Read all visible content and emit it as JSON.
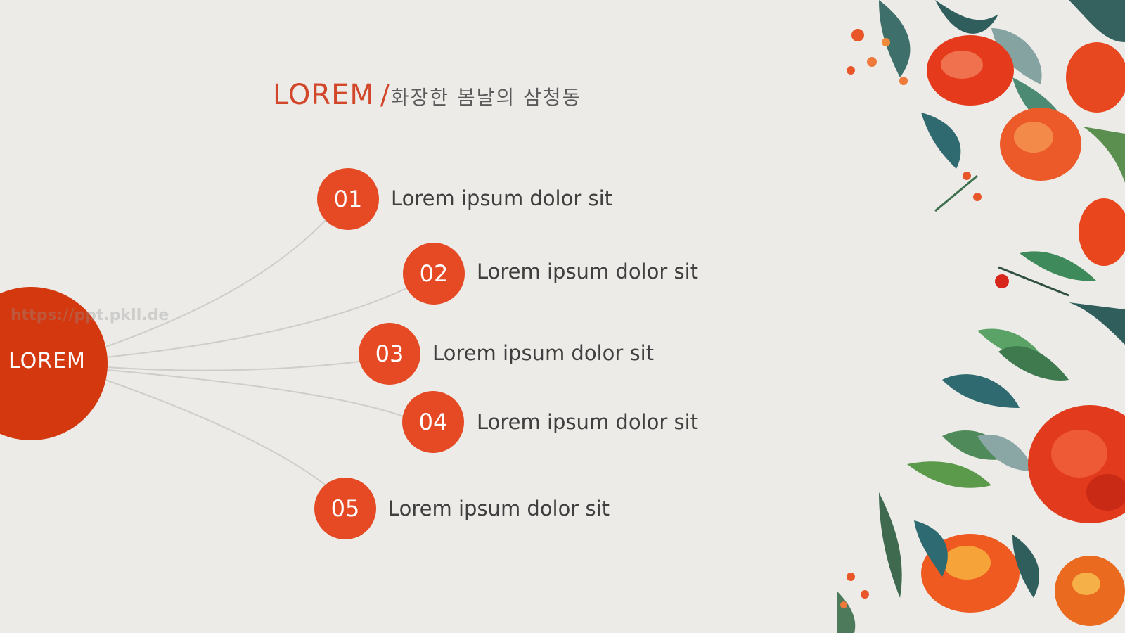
{
  "title": {
    "main": "LOREM",
    "slash": "/",
    "subtitle": "화장한 봄날의 삼청동"
  },
  "hub": {
    "label": "LOREM"
  },
  "watermark": "https://ppt.pkll.de",
  "items": [
    {
      "num": "01",
      "text": "Lorem ipsum dolor sit"
    },
    {
      "num": "02",
      "text": "Lorem ipsum dolor sit"
    },
    {
      "num": "03",
      "text": "Lorem ipsum dolor sit"
    },
    {
      "num": "04",
      "text": "Lorem ipsum dolor sit"
    },
    {
      "num": "05",
      "text": "Lorem ipsum dolor sit"
    }
  ],
  "colors": {
    "background": "#ecebe8",
    "hub": "#d3380f",
    "node": "#e54a24",
    "accent_text": "#d2462a",
    "body_text": "#3f3f3f",
    "connector": "#cfcdc9"
  },
  "decoration": {
    "floral_border": "watercolor-flowers-illustration"
  }
}
